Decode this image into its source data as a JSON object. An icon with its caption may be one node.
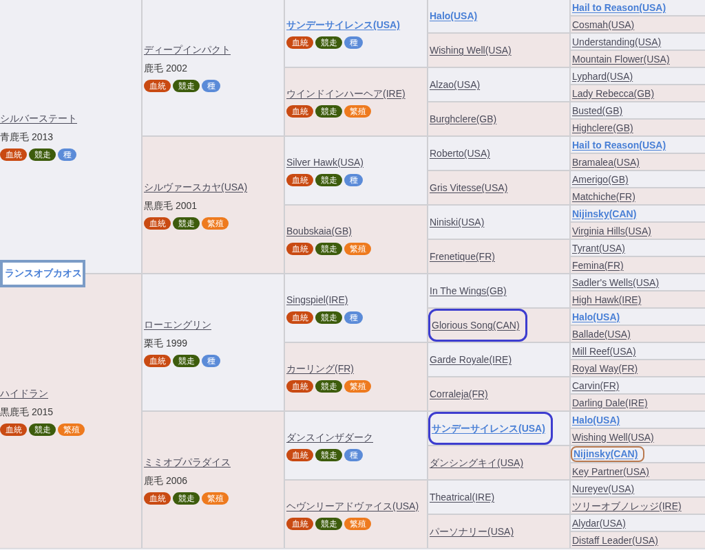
{
  "diagram": {
    "nodes": [
      {
        "text": [
          "ランスオブカオス"
        ]
      },
      {
        "text": [
          "シルバーステート",
          "青鹿毛 2013"
        ]
      },
      {
        "text": [
          "血統"
        ],
        "in": 1
      },
      {
        "text": [
          "競走"
        ],
        "in": 1
      },
      {
        "text": [
          "種"
        ],
        "in": 1
      },
      {
        "text": [
          "ディープインパクト",
          "鹿毛 2002"
        ]
      },
      {
        "text": [
          "血統"
        ],
        "in": 5
      },
      {
        "text": [
          "競走"
        ],
        "in": 5
      },
      {
        "text": [
          "種"
        ],
        "in": 5
      },
      {
        "text": [
          "サンデーサイレンス(USA)"
        ]
      },
      {
        "text": [
          "血統"
        ],
        "in": 9
      },
      {
        "text": [
          "競走"
        ],
        "in": 9
      },
      {
        "text": [
          "種"
        ],
        "in": 9
      },
      {
        "text": [
          "Halo(USA)"
        ]
      },
      {
        "text": [
          "Hail to Reason(USA)"
        ]
      },
      {
        "text": [
          "Cosmah(USA)"
        ]
      },
      {
        "text": [
          "Wishing Well(USA)"
        ]
      },
      {
        "text": [
          "Understanding(USA)"
        ]
      },
      {
        "text": [
          "Mountain Flower(USA)"
        ]
      },
      {
        "text": [
          "ウインドインハーヘア(IRE)"
        ]
      },
      {
        "text": [
          "血統"
        ],
        "in": 19
      },
      {
        "text": [
          "競走"
        ],
        "in": 19
      },
      {
        "text": [
          "繁殖"
        ],
        "in": 19
      },
      {
        "text": [
          "Alzao(USA)"
        ]
      },
      {
        "text": [
          "Lyphard(USA)"
        ]
      },
      {
        "text": [
          "Lady Rebecca(GB)"
        ]
      },
      {
        "text": [
          "Burghclere(GB)"
        ]
      },
      {
        "text": [
          "Busted(GB)"
        ]
      },
      {
        "text": [
          "Highclere(GB)"
        ]
      },
      {
        "text": [
          "シルヴァースカヤ(USA)",
          "黒鹿毛 2001"
        ]
      },
      {
        "text": [
          "血統"
        ],
        "in": 29
      },
      {
        "text": [
          "競走"
        ],
        "in": 29
      },
      {
        "text": [
          "繁殖"
        ],
        "in": 29
      },
      {
        "text": [
          "Silver Hawk(USA)"
        ]
      },
      {
        "text": [
          "血統"
        ],
        "in": 33
      },
      {
        "text": [
          "競走"
        ],
        "in": 33
      },
      {
        "text": [
          "種"
        ],
        "in": 33
      },
      {
        "text": [
          "Roberto(USA)"
        ]
      },
      {
        "text": [
          "Hail to Reason(USA)"
        ]
      },
      {
        "text": [
          "Bramalea(USA)"
        ]
      },
      {
        "text": [
          "Gris Vitesse(USA)"
        ]
      },
      {
        "text": [
          "Amerigo(GB)"
        ]
      },
      {
        "text": [
          "Matchiche(FR)"
        ]
      },
      {
        "text": [
          "Boubskaia(GB)"
        ]
      },
      {
        "text": [
          "血統"
        ],
        "in": 43
      },
      {
        "text": [
          "競走"
        ],
        "in": 43
      },
      {
        "text": [
          "繁殖"
        ],
        "in": 43
      },
      {
        "text": [
          "Niniski(USA)"
        ]
      },
      {
        "text": [
          "Nijinsky(CAN)"
        ]
      },
      {
        "text": [
          "Virginia Hills(USA)"
        ]
      },
      {
        "text": [
          "Frenetique(FR)"
        ]
      },
      {
        "text": [
          "Tyrant(USA)"
        ]
      },
      {
        "text": [
          "Femina(FR)"
        ]
      },
      {
        "text": [
          "ハイドラン",
          "黒鹿毛 2015"
        ]
      },
      {
        "text": [
          "血統"
        ],
        "in": 53
      },
      {
        "text": [
          "競走"
        ],
        "in": 53
      },
      {
        "text": [
          "繁殖"
        ],
        "in": 53
      },
      {
        "text": [
          "ローエングリン",
          "栗毛 1999"
        ]
      },
      {
        "text": [
          "血統"
        ],
        "in": 57
      },
      {
        "text": [
          "競走"
        ],
        "in": 57
      },
      {
        "text": [
          "種"
        ],
        "in": 57
      },
      {
        "text": [
          "Singspiel(IRE)"
        ]
      },
      {
        "text": [
          "血統"
        ],
        "in": 61
      },
      {
        "text": [
          "競走"
        ],
        "in": 61
      },
      {
        "text": [
          "種"
        ],
        "in": 61
      },
      {
        "text": [
          "In The Wings(GB)"
        ]
      },
      {
        "text": [
          "Sadler's Wells(USA)"
        ]
      },
      {
        "text": [
          "High Hawk(IRE)"
        ]
      },
      {
        "text": [],
        "shape": "box"
      },
      {
        "text": [
          "Glorious Song(CAN)"
        ],
        "in": 68
      },
      {
        "text": [
          "Halo(USA)"
        ]
      },
      {
        "text": [
          "Ballade(USA)"
        ]
      },
      {
        "text": [
          "カーリング(FR)"
        ]
      },
      {
        "text": [
          "血統"
        ],
        "in": 72
      },
      {
        "text": [
          "競走"
        ],
        "in": 72
      },
      {
        "text": [
          "繁殖"
        ],
        "in": 72
      },
      {
        "text": [
          "Garde Royale(IRE)"
        ]
      },
      {
        "text": [
          "Mill Reef(USA)"
        ]
      },
      {
        "text": [
          "Royal Way(FR)"
        ]
      },
      {
        "text": [
          "Corraleja(FR)"
        ]
      },
      {
        "text": [
          "Carvin(FR)"
        ]
      },
      {
        "text": [
          "Darling Dale(IRE)"
        ]
      },
      {
        "text": [
          "ミミオブパラダイス",
          "鹿毛 2006"
        ]
      },
      {
        "text": [
          "血統"
        ],
        "in": 82
      },
      {
        "text": [
          "競走"
        ],
        "in": 82
      },
      {
        "text": [
          "繁殖"
        ],
        "in": 82
      },
      {
        "text": [
          "ダンスインザダーク"
        ]
      },
      {
        "text": [
          "血統"
        ],
        "in": 86
      },
      {
        "text": [
          "競走"
        ],
        "in": 86
      },
      {
        "text": [
          "種"
        ],
        "in": 86
      },
      {
        "text": [],
        "shape": "box"
      },
      {
        "text": [
          "サンデーサイレンス(USA)"
        ],
        "in": 90
      },
      {
        "text": [
          "Halo(USA)"
        ]
      },
      {
        "text": [
          "Wishing Well(USA)"
        ]
      },
      {
        "text": [
          "ダンシングキイ(USA)"
        ]
      },
      {
        "text": [],
        "shape": "box"
      },
      {
        "text": [
          "Nijinsky(CAN)"
        ],
        "in": 95
      },
      {
        "text": [
          "Key Partner(USA)"
        ]
      },
      {
        "text": [
          "ヘヴンリーアドヴァイス(USA)"
        ]
      },
      {
        "text": [
          "血統"
        ],
        "in": 98
      },
      {
        "text": [
          "競走"
        ],
        "in": 98
      },
      {
        "text": [
          "繁殖"
        ],
        "in": 98
      },
      {
        "text": [
          "Theatrical(IRE)"
        ]
      },
      {
        "text": [
          "Nureyev(USA)"
        ]
      },
      {
        "text": [
          "ツリーオブノレッジ(IRE)"
        ]
      },
      {
        "text": [
          "パーソナリー(USA)"
        ]
      },
      {
        "text": [
          "Alydar(USA)"
        ]
      },
      {
        "text": [
          "Distaff Leader(USA)"
        ]
      }
    ]
  }
}
